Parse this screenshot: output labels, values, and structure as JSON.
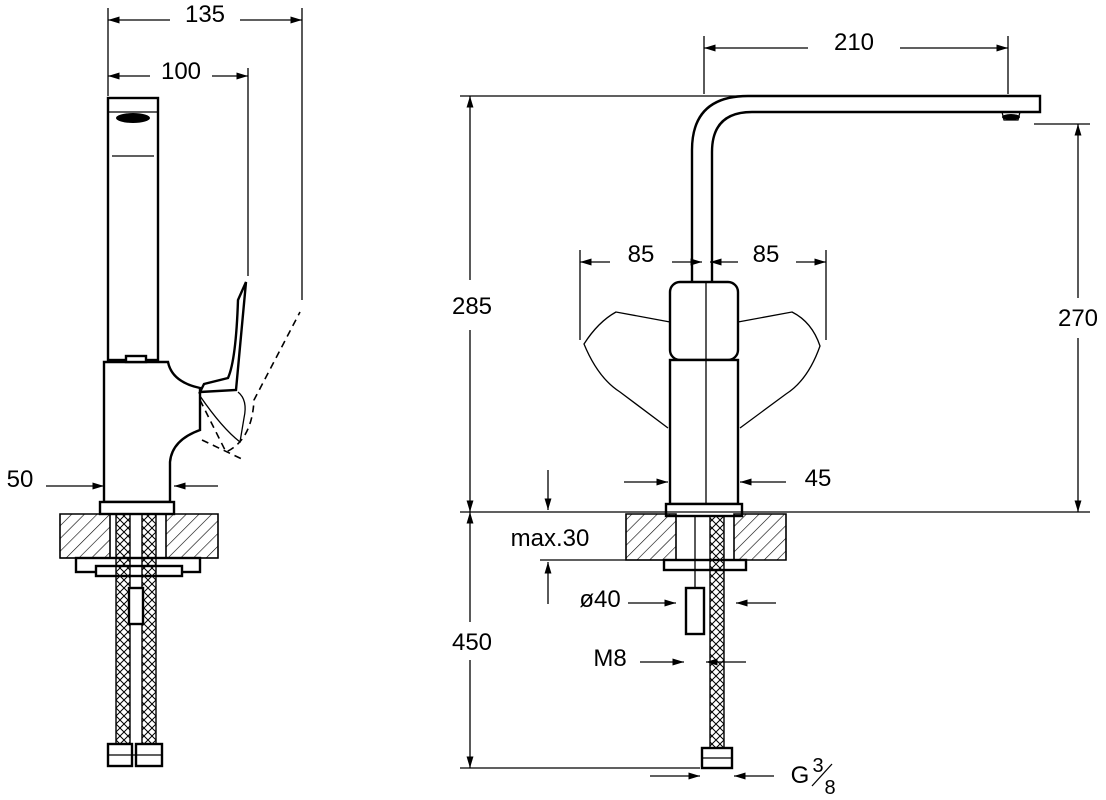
{
  "dimensions": {
    "side_total_width": "135",
    "side_body_width": "100",
    "side_base_width": "50",
    "front_spout_reach": "210",
    "front_handle_left": "85",
    "front_handle_right": "85",
    "front_total_height": "285",
    "front_spout_height": "270",
    "front_base_diameter": "45",
    "deck_thickness": "max.30",
    "hole_diameter": "ø40",
    "stud_thread": "M8",
    "hose_length": "450",
    "hose_connection": "G",
    "hose_connection_fraction_num": "3",
    "hose_connection_fraction_den": "8"
  }
}
